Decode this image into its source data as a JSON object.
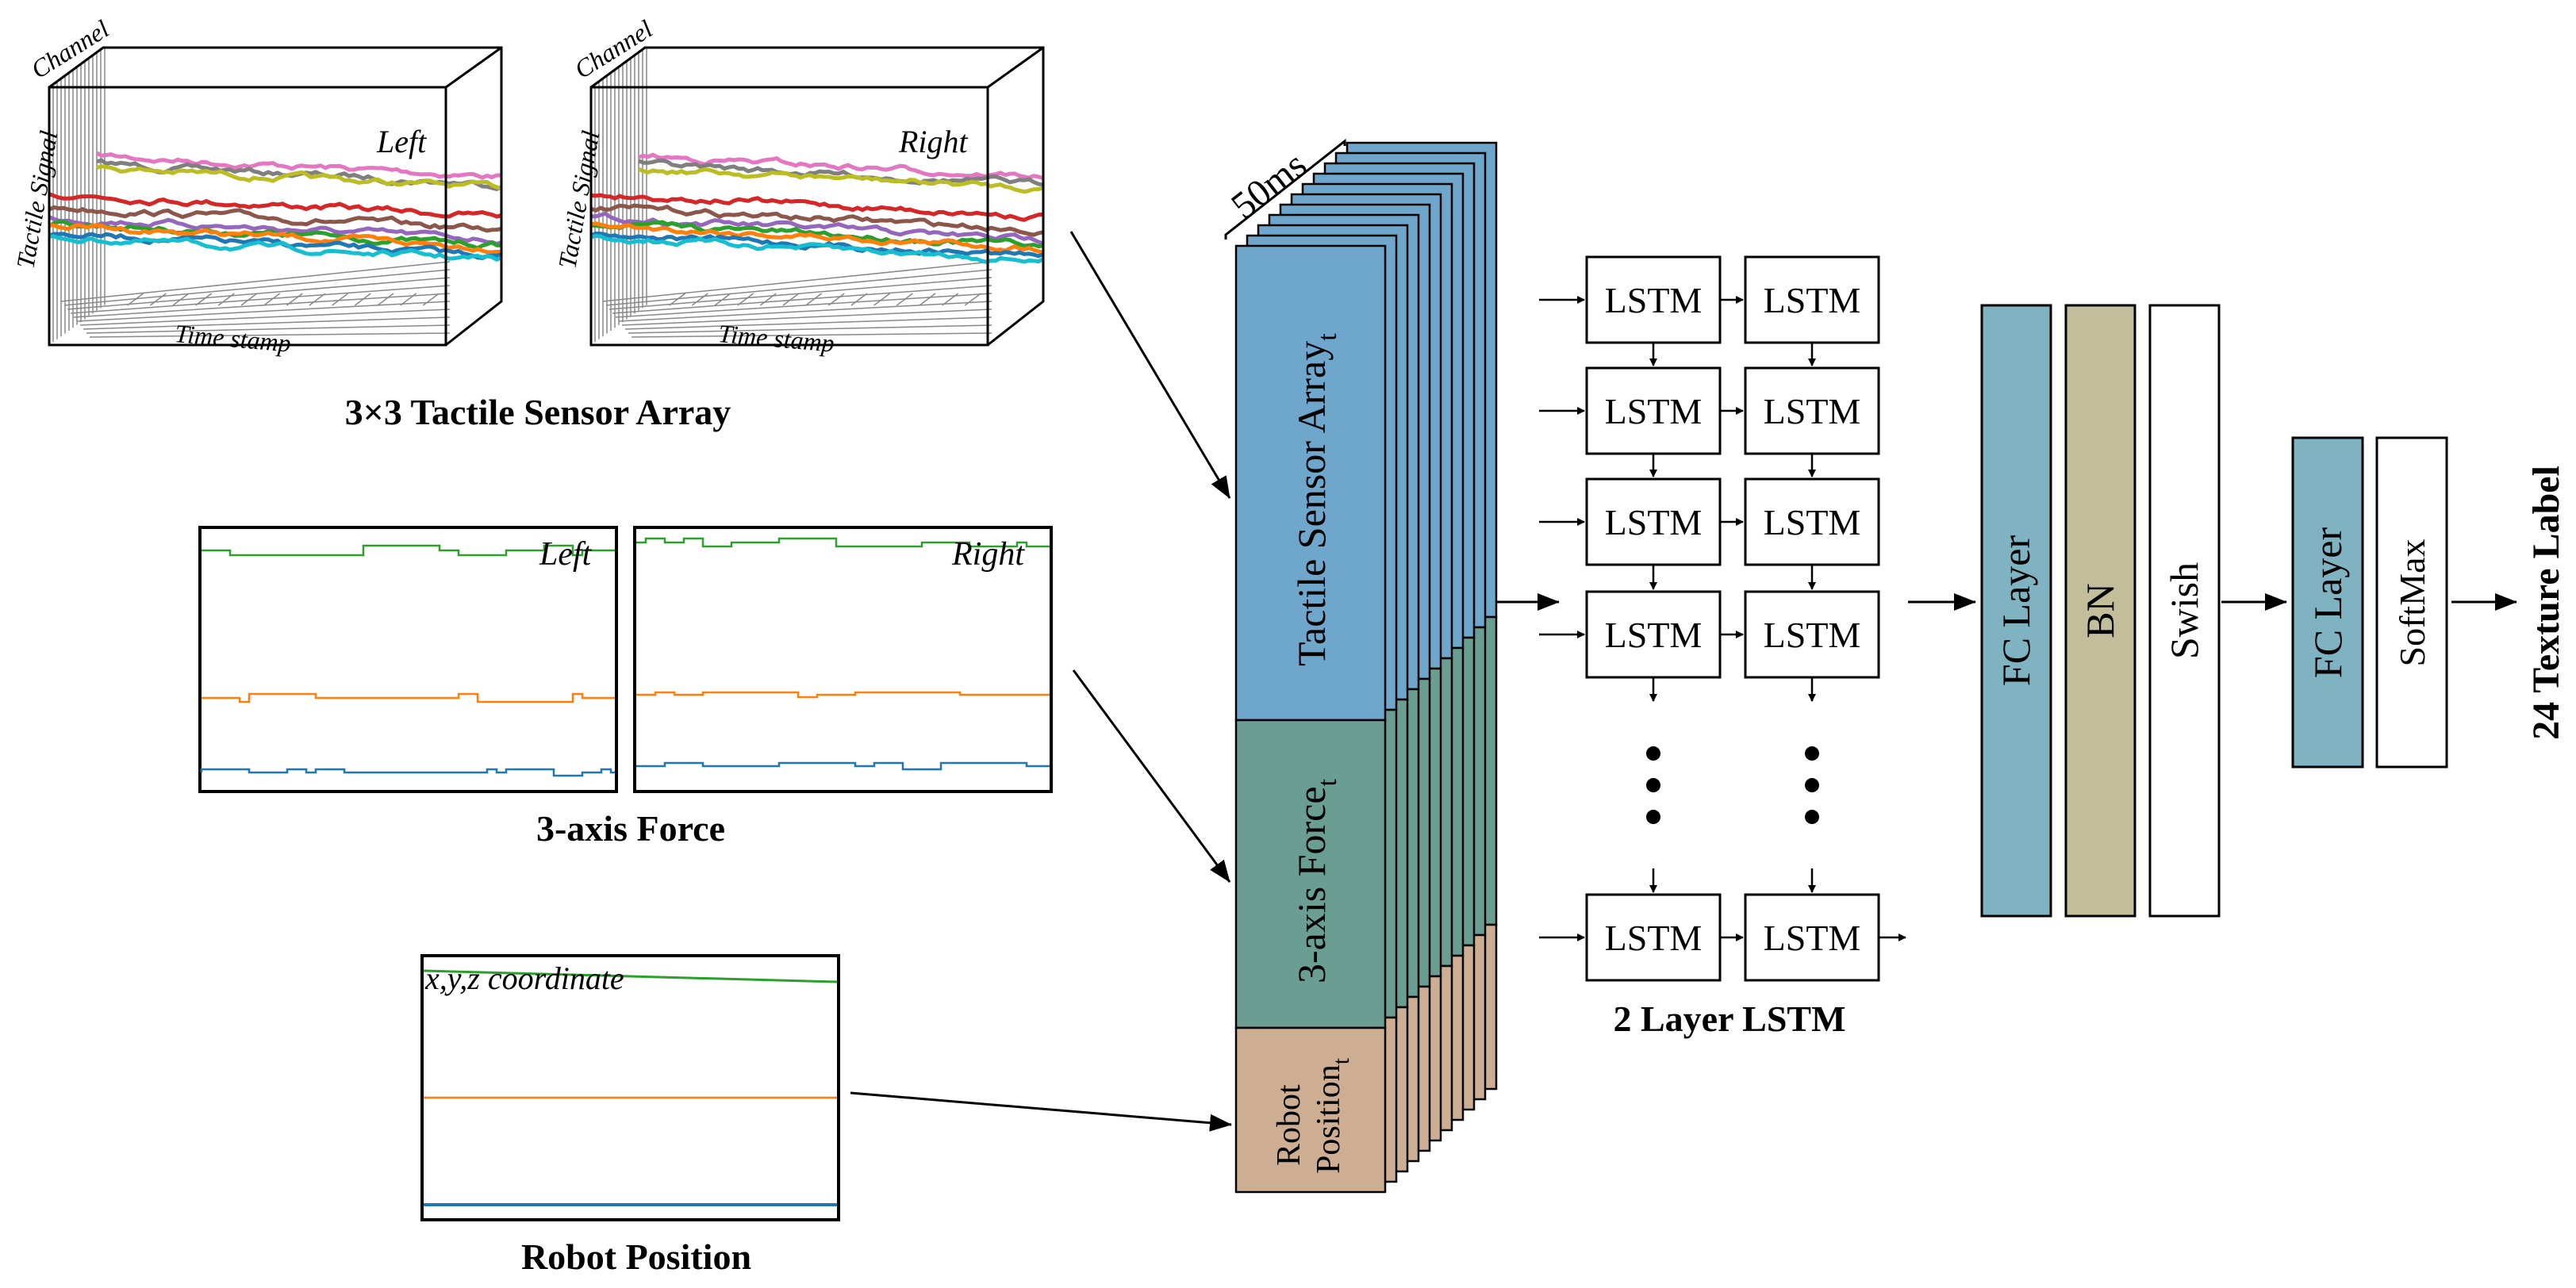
{
  "tactile": {
    "axis_channel": "Channel",
    "axis_signal": "Tactile Signal",
    "axis_time": "Time stamp",
    "left_label": "Left",
    "right_label": "Right",
    "caption": "3×3 Tactile Sensor Array"
  },
  "force": {
    "left_label": "Left",
    "right_label": "Right",
    "caption": "3-axis Force"
  },
  "position": {
    "inner_label": "x,y,z coordinate",
    "caption": "Robot Position"
  },
  "stack": {
    "window_label": "50ms",
    "tactile_label": "Tactile Sensor Array",
    "tactile_sub": "t",
    "force_label": "3-axis Force",
    "force_sub": "t",
    "robot_line1": "Robot",
    "robot_line2": "Position",
    "robot_sub": "t"
  },
  "lstm": {
    "cell_label": "LSTM",
    "caption": "2 Layer LSTM"
  },
  "head": {
    "fc1": "FC Layer",
    "bn": "BN",
    "swish": "Swish",
    "fc2": "FC Layer",
    "softmax": "SoftMax",
    "output": "24 Texture Label"
  },
  "colors": {
    "tactile_fill": "#6fa6cc",
    "force_fill": "#6a9e93",
    "robot_fill": "#cdae93",
    "fc_fill": "#7fb3c2",
    "bn_fill": "#c2bd9b",
    "series_blue": "#1f77b4",
    "series_orange": "#ff7f0e",
    "series_green": "#2ca02c"
  }
}
